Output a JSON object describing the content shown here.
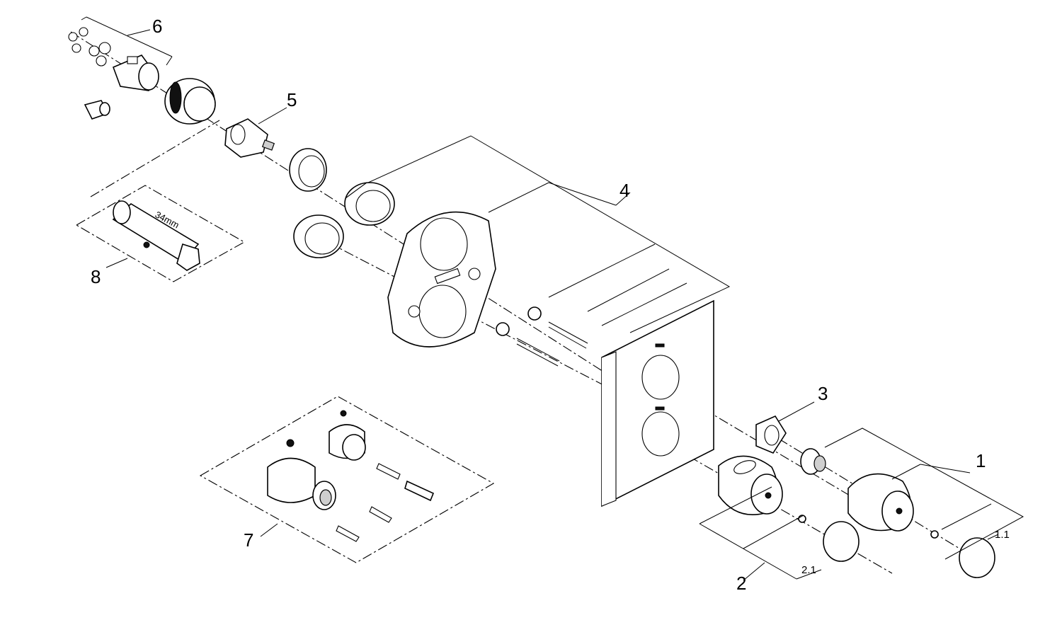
{
  "diagram": {
    "callouts": {
      "c1": "1",
      "c1_1": "1.1",
      "c2": "2",
      "c2_1": "2.1",
      "c3": "3",
      "c4": "4",
      "c5": "5",
      "c6": "6",
      "c7": "7",
      "c8": "8"
    },
    "tool_size": "34mm"
  }
}
